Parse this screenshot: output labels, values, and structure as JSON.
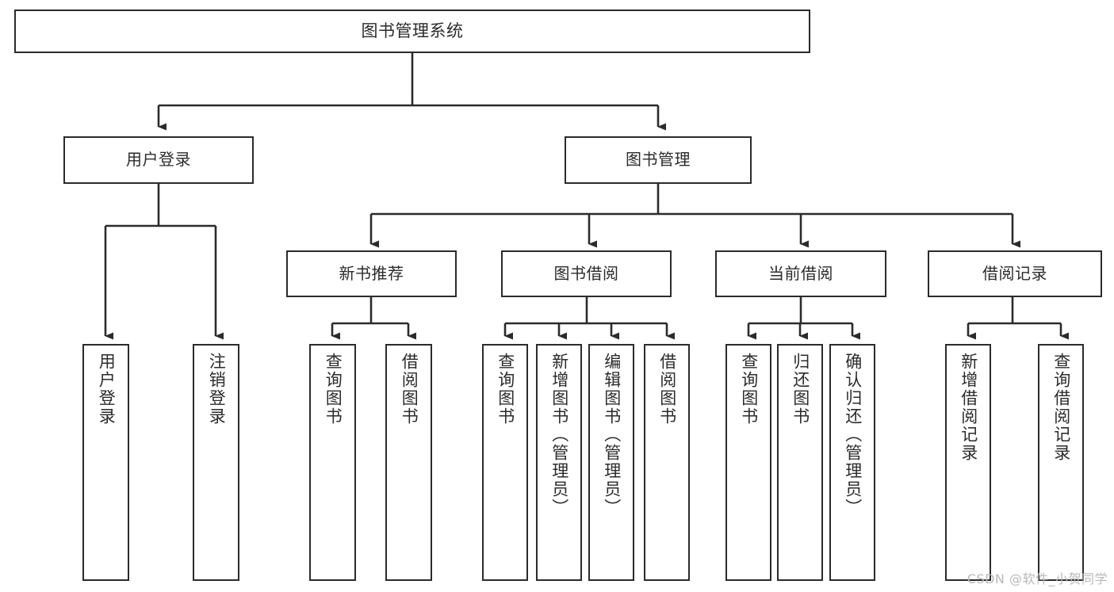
{
  "diagram": {
    "title": "图书管理系统",
    "type": "tree",
    "watermark": "CSDN @软件_小贺同学",
    "colors": {
      "background": "#ffffff",
      "stroke": "#2b2b2b",
      "text": "#2b2b2b",
      "watermark": "#b8b8b8"
    },
    "nodes": {
      "root": {
        "label": "图书管理系统"
      },
      "level1": [
        {
          "id": "user-login",
          "label": "用户登录"
        },
        {
          "id": "book-manage",
          "label": "图书管理"
        }
      ],
      "level2": [
        {
          "id": "new-book-recommend",
          "label": "新书推荐"
        },
        {
          "id": "book-borrow",
          "label": "图书借阅"
        },
        {
          "id": "current-borrow",
          "label": "当前借阅"
        },
        {
          "id": "borrow-record",
          "label": "借阅记录"
        }
      ],
      "leaves": [
        {
          "id": "leaf-user-login",
          "label": "用户登录",
          "parent": "user-login"
        },
        {
          "id": "leaf-logout-login",
          "label": "注销登录",
          "parent": "user-login"
        },
        {
          "id": "leaf-query-book-1",
          "label": "查询图书",
          "parent": "new-book-recommend"
        },
        {
          "id": "leaf-borrow-book-1",
          "label": "借阅图书",
          "parent": "new-book-recommend"
        },
        {
          "id": "leaf-query-book-2",
          "label": "查询图书",
          "parent": "book-borrow"
        },
        {
          "id": "leaf-add-book",
          "label": "新增图书（管理员）",
          "parent": "book-borrow"
        },
        {
          "id": "leaf-edit-book",
          "label": "编辑图书（管理员）",
          "parent": "book-borrow"
        },
        {
          "id": "leaf-borrow-book-2",
          "label": "借阅图书",
          "parent": "book-borrow"
        },
        {
          "id": "leaf-query-book-3",
          "label": "查询图书",
          "parent": "current-borrow"
        },
        {
          "id": "leaf-return-book",
          "label": "归还图书",
          "parent": "current-borrow"
        },
        {
          "id": "leaf-confirm-return",
          "label": "确认归还（管理员）",
          "parent": "current-borrow"
        },
        {
          "id": "leaf-add-record",
          "label": "新增借阅记录",
          "parent": "borrow-record"
        },
        {
          "id": "leaf-query-record",
          "label": "查询借阅记录",
          "parent": "borrow-record"
        }
      ]
    }
  }
}
